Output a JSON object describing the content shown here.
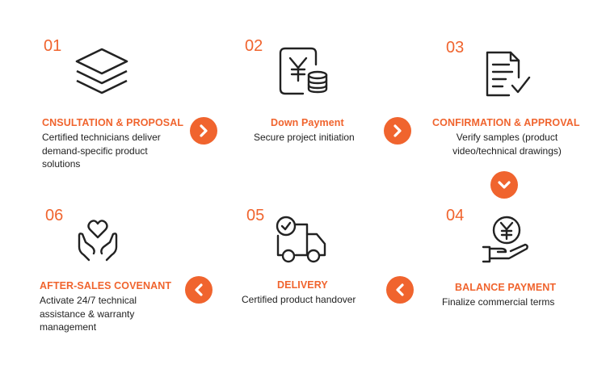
{
  "steps": [
    {
      "number": "01",
      "title": "CNSULTATION & PROPOSAL",
      "desc": "Certified technicians deliver demand-specific product solutions",
      "icon": "layers-icon"
    },
    {
      "number": "02",
      "title": "Down Payment",
      "desc": "Secure project initiation",
      "icon": "yen-coins-icon"
    },
    {
      "number": "03",
      "title": "CONFIRMATION & APPROVAL",
      "desc": "Verify samples (product video/technical drawings)",
      "icon": "document-check-icon"
    },
    {
      "number": "04",
      "title": "BALANCE PAYMENT",
      "desc": "Finalize commercial terms",
      "icon": "yen-hand-icon"
    },
    {
      "number": "05",
      "title": "DELIVERY",
      "desc": "Certified product handover",
      "icon": "delivery-truck-icon"
    },
    {
      "number": "06",
      "title": "AFTER-SALES COVENANT",
      "desc": "Activate 24/7 technical assistance & warranty management",
      "icon": "heart-hands-icon"
    }
  ],
  "colors": {
    "accent": "#f0642e",
    "text": "#222222",
    "icon": "#222222"
  },
  "arrows": [
    "chevron-right-icon",
    "chevron-right-icon",
    "chevron-down-icon",
    "chevron-left-icon",
    "chevron-left-icon"
  ]
}
